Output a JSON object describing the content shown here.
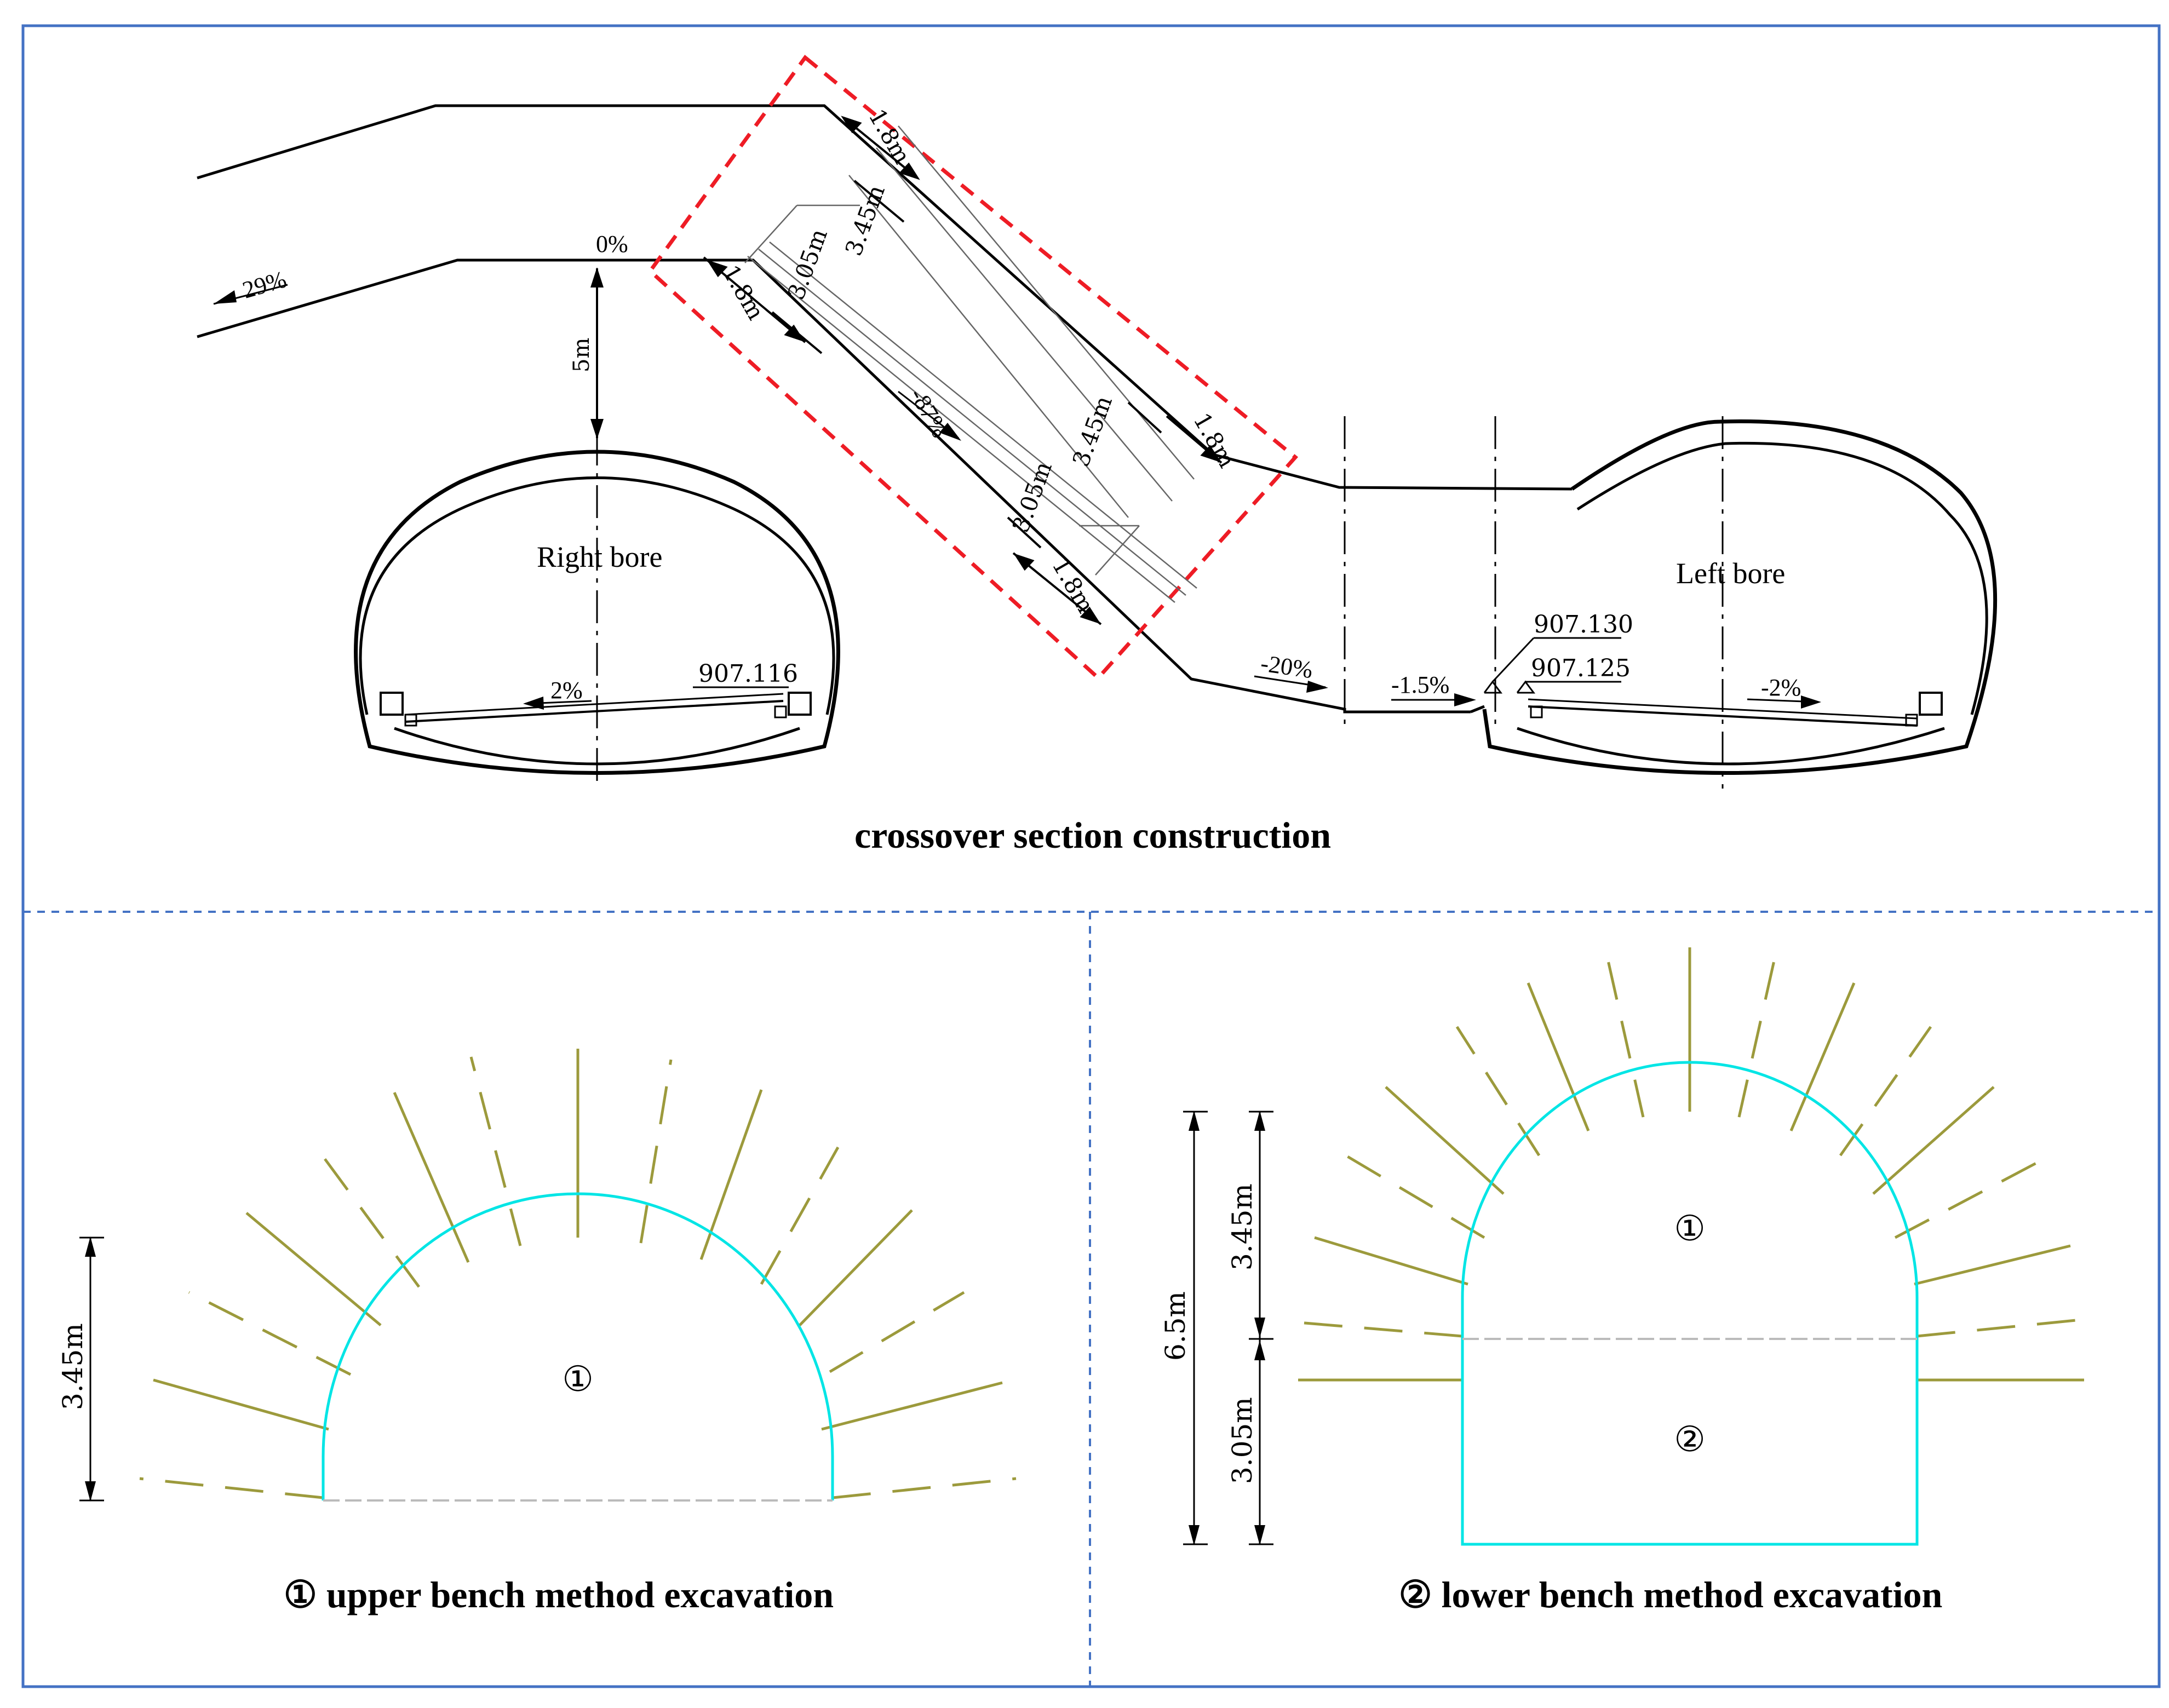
{
  "captions": {
    "top": "crossover section construction",
    "bottom_left": "① upper bench method excavation",
    "bottom_right": "② lower bench method excavation"
  },
  "top_panel": {
    "slopes": {
      "s29": "29%",
      "s0": "0%",
      "s87": "-87%",
      "s20": "-20%",
      "s15": "-1.5%",
      "s2_right": "2%",
      "s2_left": "-2%"
    },
    "dimensions": {
      "clearance": "5m",
      "d1": "1.8m",
      "d2": "3.45m",
      "d3": "1.8m",
      "d4": "3.05m",
      "d5": "-87%",
      "d6": "3.45m",
      "d7": "1.8m",
      "d8": "3.05m",
      "d9": "1.8m"
    },
    "labels": {
      "right_bore": "Right bore",
      "left_bore": "Left bore"
    },
    "elevations": {
      "e_right": "907.116",
      "e_left_upper": "907.130",
      "e_left_lower": "907.125"
    }
  },
  "bottom_left_panel": {
    "height": "3.45m",
    "region": "①"
  },
  "bottom_right_panel": {
    "total_height": "6.5m",
    "upper_height": "3.45m",
    "lower_height": "3.05m",
    "region_upper": "①",
    "region_lower": "②"
  },
  "colors": {
    "frame": "#4472c4",
    "highlight": "#ee1c25",
    "lining": "#00e5e5",
    "bolts": "#9c9a3c",
    "line": "#000000"
  }
}
